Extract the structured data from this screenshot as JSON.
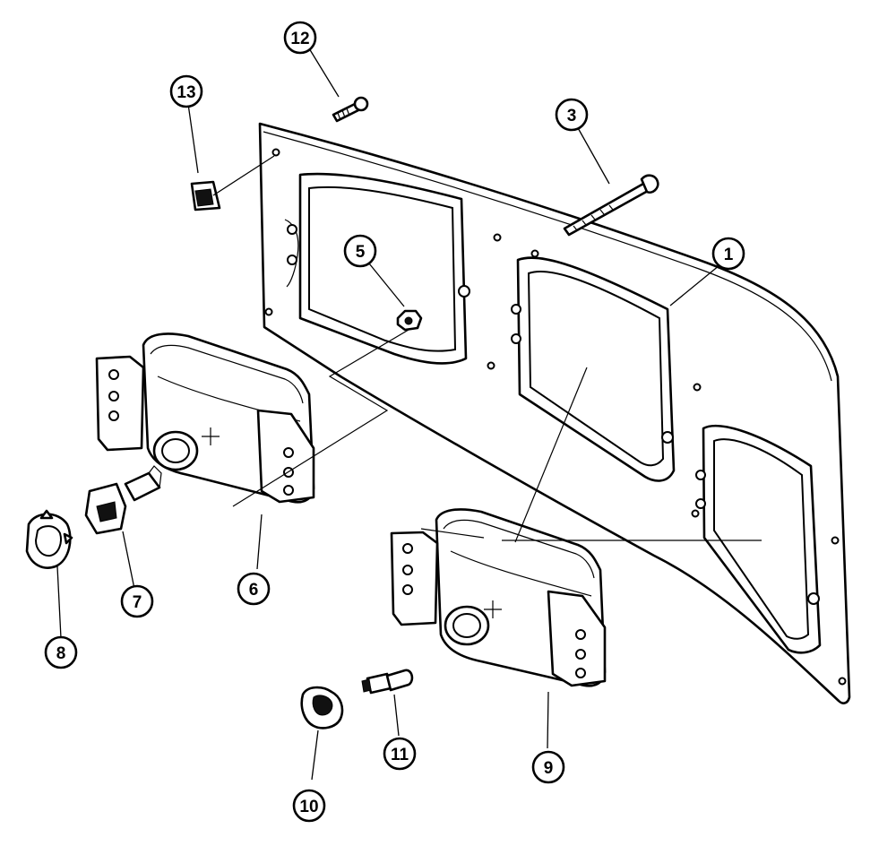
{
  "diagram": {
    "callouts": [
      {
        "id": "1",
        "label": "1"
      },
      {
        "id": "3",
        "label": "3"
      },
      {
        "id": "5",
        "label": "5"
      },
      {
        "id": "6",
        "label": "6"
      },
      {
        "id": "7",
        "label": "7"
      },
      {
        "id": "8",
        "label": "8"
      },
      {
        "id": "9",
        "label": "9"
      },
      {
        "id": "10",
        "label": "10"
      },
      {
        "id": "11",
        "label": "11"
      },
      {
        "id": "12",
        "label": "12"
      },
      {
        "id": "13",
        "label": "13"
      }
    ],
    "parts": [
      {
        "callout": "1",
        "icon": "mounting-panel-icon"
      },
      {
        "callout": "3",
        "icon": "long-bolt-icon"
      },
      {
        "callout": "5",
        "icon": "nut-icon"
      },
      {
        "callout": "6",
        "icon": "headlamp-housing-icon"
      },
      {
        "callout": "7",
        "icon": "bulb-icon"
      },
      {
        "callout": "8",
        "icon": "bulb-retainer-icon"
      },
      {
        "callout": "9",
        "icon": "headlamp-housing-icon"
      },
      {
        "callout": "10",
        "icon": "bulb-socket-icon"
      },
      {
        "callout": "11",
        "icon": "small-bulb-icon"
      },
      {
        "callout": "12",
        "icon": "screw-icon"
      },
      {
        "callout": "13",
        "icon": "clip-icon"
      }
    ]
  }
}
